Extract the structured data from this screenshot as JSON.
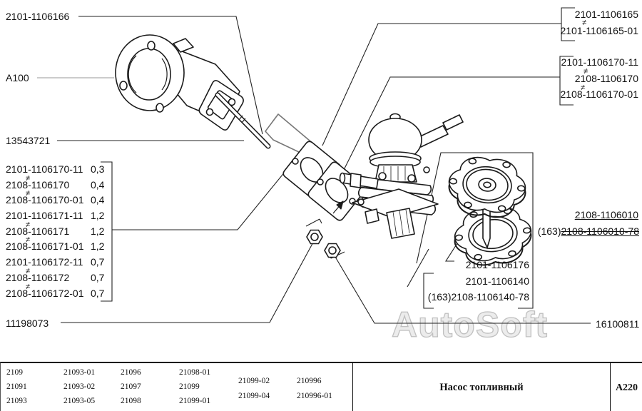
{
  "watermark": "AutoSoft",
  "callouts": {
    "neq": "≠",
    "housing": "2101-1106166",
    "marking": "A100",
    "pushrod": "13543721",
    "nut_left": "11198073",
    "nut_right": "16100811",
    "diaphragm": "2108-1106010",
    "diaphragm_alt_prefix": "(163)",
    "diaphragm_alt": "2108-1106010-78",
    "gasket_176": "2101-1106176",
    "kit_140": "2101-1106140",
    "kit_140_alt_prefix": "(163)",
    "kit_140_alt": "2108-1106140-78"
  },
  "group_165": {
    "items": [
      "2101-1106165",
      "2101-1106165-01"
    ]
  },
  "group_170": {
    "items": [
      "2101-1106170-11",
      "2108-1106170",
      "2108-1106170-01"
    ]
  },
  "gasket_list": [
    {
      "number": "2101-1106170-11",
      "value": "0,3"
    },
    {
      "number": "2108-1106170",
      "value": "0,4"
    },
    {
      "number": "2108-1106170-01",
      "value": "0,4"
    },
    {
      "number": "2101-1106171-11",
      "value": "1,2"
    },
    {
      "number": "2108-1106171",
      "value": "1,2"
    },
    {
      "number": "2108-1106171-01",
      "value": "1,2"
    },
    {
      "number": "2101-1106172-11",
      "value": "0,7"
    },
    {
      "number": "2108-1106172",
      "value": "0,7"
    },
    {
      "number": "2108-1106172-01",
      "value": "0,7"
    }
  ],
  "footer": {
    "models": [
      [
        "2109",
        "21091",
        "21093"
      ],
      [
        "21093-01",
        "21093-02",
        "21093-05"
      ],
      [
        "21096",
        "21097",
        "21098"
      ],
      [
        "21098-01",
        "21099",
        "21099-01"
      ],
      [
        "21099-02",
        "21099-04"
      ],
      [
        "210996",
        "210996-01"
      ]
    ],
    "title": "Насос топливный",
    "sheet": "A220"
  }
}
